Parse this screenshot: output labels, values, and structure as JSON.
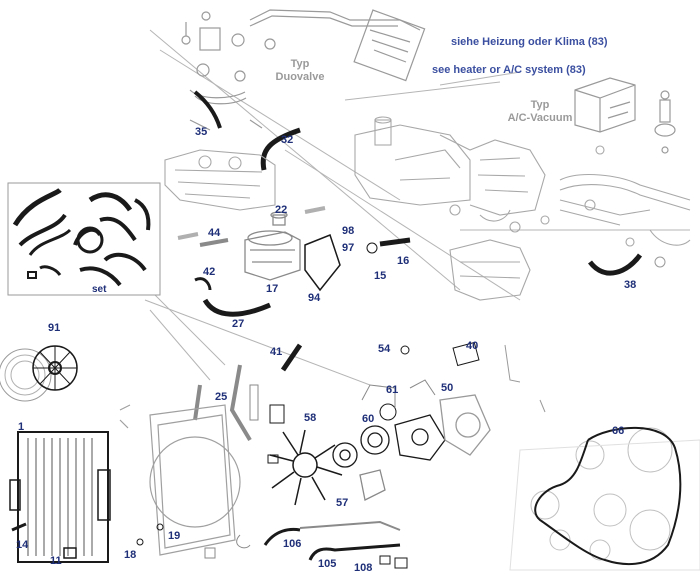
{
  "notes": {
    "heater_de": "siehe Heizung oder Klima  (83)",
    "heater_en": "see heater or A/C system (83)"
  },
  "variants": {
    "duovalve_line1": "Typ",
    "duovalve_line2": "Duovalve",
    "acvacuum_line1": "Typ",
    "acvacuum_line2": "A/C-Vacuum"
  },
  "set_label": "set",
  "callouts": [
    "35",
    "32",
    "22",
    "44",
    "98",
    "97",
    "16",
    "42",
    "17",
    "94",
    "15",
    "27",
    "38",
    "91",
    "41",
    "54",
    "40",
    "61",
    "50",
    "25",
    "58",
    "60",
    "1",
    "66",
    "57",
    "14",
    "18",
    "19",
    "106",
    "11",
    "105",
    "108"
  ],
  "colors": {
    "callout": "#1f2f78",
    "note": "#3b4fa0",
    "line_art": "#b8b8b8",
    "dark_part": "#1a1a1a"
  },
  "icons": [
    "radiator",
    "fan-shroud",
    "fan-motor",
    "clutch-fan",
    "water-pump",
    "thermostat-housing",
    "expansion-tank",
    "hose-set",
    "belt-drive",
    "engine-block"
  ]
}
